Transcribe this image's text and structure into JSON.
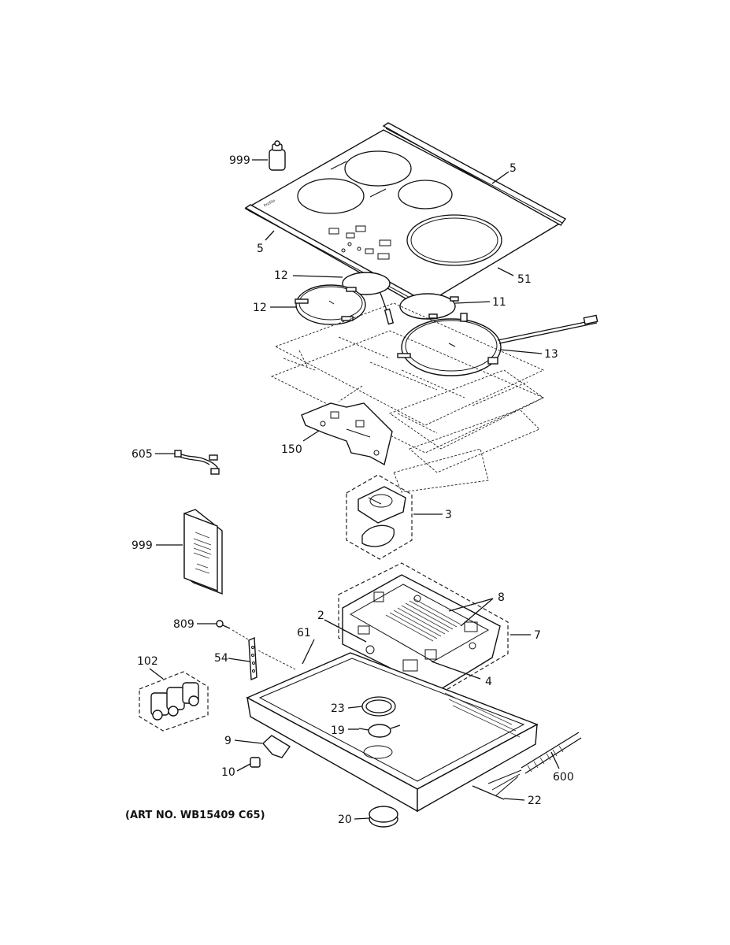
{
  "art_number": "(ART NO. WB15409 C65)",
  "callouts": {
    "c999_top": "999",
    "c5_right": "5",
    "c5_left": "5",
    "c51": "51",
    "c12_upper": "12",
    "c12_lower": "12",
    "c11": "11",
    "c13": "13",
    "c605": "605",
    "c150": "150",
    "c3": "3",
    "c999_manual": "999",
    "c8": "8",
    "c2": "2",
    "c809": "809",
    "c61": "61",
    "c7": "7",
    "c54": "54",
    "c4": "4",
    "c102": "102",
    "c23": "23",
    "c19": "19",
    "c9": "9",
    "c10": "10",
    "c600": "600",
    "c22": "22",
    "c20": "20"
  }
}
